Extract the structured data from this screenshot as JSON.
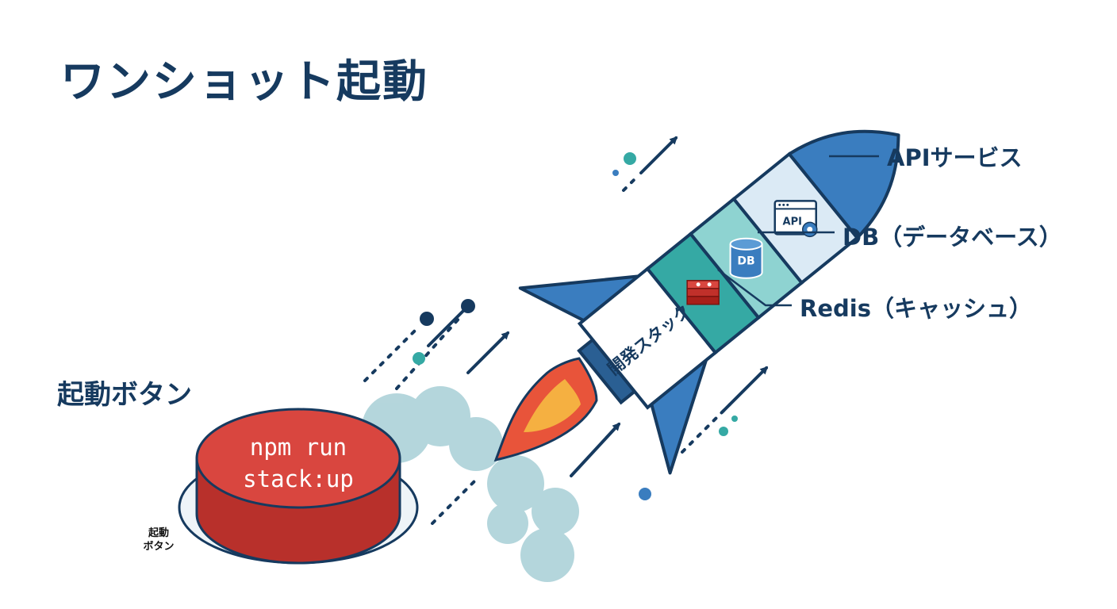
{
  "title": "ワンショット起動",
  "button": {
    "heading": "起動ボタン",
    "command_line1": "npm run",
    "command_line2": "stack:up",
    "small_label_line1": "起動",
    "small_label_line2": "ボタン"
  },
  "rocket": {
    "body_label": "開発スタック",
    "api_icon_text": "API",
    "db_icon_text": "DB"
  },
  "labels": {
    "api": "APIサービス",
    "db": "DB（データベース）",
    "redis": "Redis（キャッシュ）"
  },
  "colors": {
    "navy": "#163a5f",
    "rocket_blue": "#3a7dbf",
    "teal": "#35a9a4",
    "button_red": "#d9463f",
    "smoke": "#a8cfd6",
    "flame_orange": "#e8543a",
    "flame_yellow": "#f5b041"
  },
  "icons": [
    "api-window-icon",
    "gear-icon",
    "database-icon",
    "redis-stack-icon",
    "arrow-icon"
  ]
}
